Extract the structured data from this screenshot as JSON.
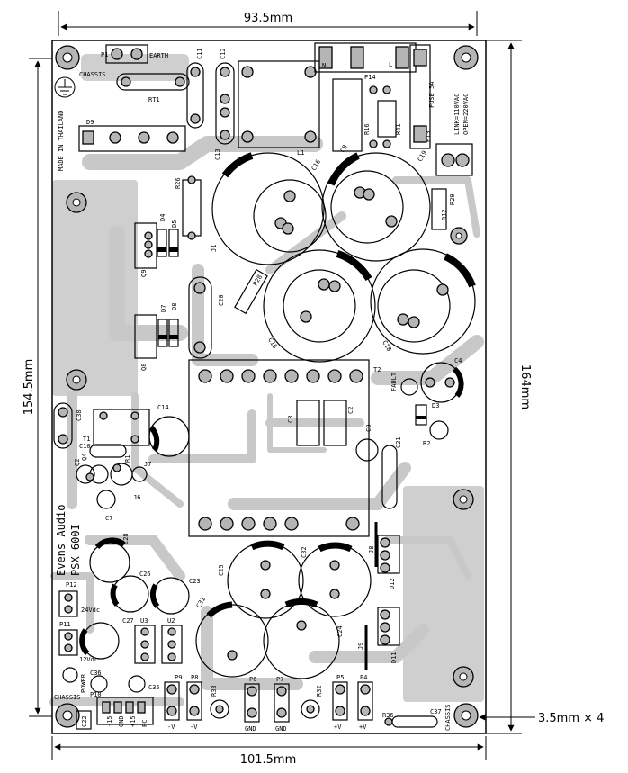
{
  "dimensions": {
    "top": "93.5mm",
    "bottom": "101.5mm",
    "left": "154.5mm",
    "right": "164mm",
    "hole": "3.5mm × 4"
  },
  "board": {
    "model_line1": "Evens Audio",
    "model_line2": "PSX-600I",
    "made_in": "MADE IN THAILAND"
  },
  "labels": {
    "p1": "P1",
    "earth": "EARTH",
    "chassis_top": "CHASSIS",
    "rt1": "RT1",
    "c11": "C11",
    "c12": "C12",
    "c13": "C13",
    "n": "N",
    "l": "L",
    "p14": "P14",
    "fuse": "FUSE 5A",
    "r16": "R16",
    "r41": "R41",
    "p13": "P13",
    "link": "LINK=110VAC",
    "open": "OPEN=220VAC",
    "d9": "D9",
    "l1": "L1",
    "c16": "C16",
    "c8": "C8",
    "c19": "C19",
    "r26": "R26",
    "r29": "R29",
    "r12": "R12",
    "d4": "D4",
    "d5": "D5",
    "q9": "Q9",
    "j1": "J1",
    "r28": "R28",
    "d7": "D7",
    "d8": "D8",
    "c20": "C20",
    "c15": "C15",
    "c18": "C18",
    "q8": "Q8",
    "t2": "T2",
    "c4": "C4",
    "fault": "FAULT",
    "d3": "D3",
    "r2": "R2",
    "c38": "C38",
    "c14": "C14",
    "c3": "C3",
    "c2": "C2",
    "t1": "T1",
    "c10": "C10",
    "q2": "Q2",
    "q4": "Q4",
    "r1": "R1",
    "c9": "C9",
    "c21": "C21",
    "j6": "J6",
    "j7": "J7",
    "c7": "C7",
    "c28": "C28",
    "c32": "C32",
    "c25": "C25",
    "j8": "J8",
    "d12": "D12",
    "c26": "C26",
    "c23": "C23",
    "p12": "P12",
    "v24": "24Vdc",
    "p11": "P11",
    "v12": "12Vdc",
    "c27": "C27",
    "u3": "U3",
    "u2": "U2",
    "c31": "C31",
    "c24": "C24",
    "j9": "J9",
    "d11": "D11",
    "power": "POWER",
    "c36": "C36",
    "c35": "C35",
    "p10": "P10",
    "p9": "P9",
    "p8": "P8",
    "r33": "R33",
    "p6": "P6",
    "p7": "P7",
    "r32": "R32",
    "p5": "P5",
    "p4": "P4",
    "chassis_bl": "CHASSIS",
    "c22": "C22",
    "m15": "-15",
    "gnd": "GND",
    "p15": "+15",
    "pc": "PC",
    "mv": "-V",
    "mv2": "-V",
    "gnd_p6": "GND",
    "gnd_p7": "GND",
    "pv": "+V",
    "pv2": "+V",
    "r36": "R36",
    "c37": "C37",
    "chassis_br": "CHASSIS"
  }
}
